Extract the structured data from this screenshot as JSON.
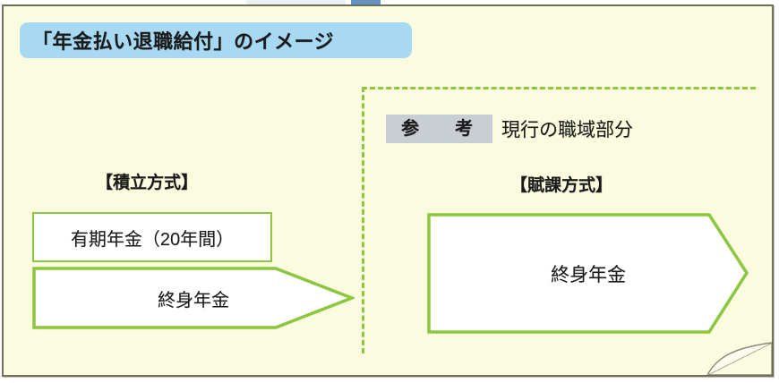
{
  "panel": {
    "title": "「年金払い退職給付」のイメージ",
    "background_color": "#fbfbdf",
    "border_color": "#6f6f57",
    "title_band_color": "#a7d9f2",
    "accent_color": "#8dc63f"
  },
  "reference": {
    "badge": "参　考",
    "label": "現行の職域部分",
    "badge_color": "#c9ced5"
  },
  "left_section": {
    "heading": "【積立方式】",
    "boxes": [
      {
        "label": "有期年金（20年間）",
        "shape": "rectangle"
      },
      {
        "label": "終身年金",
        "shape": "arrow"
      }
    ]
  },
  "right_section": {
    "heading": "【賦課方式】",
    "boxes": [
      {
        "label": "終身年金",
        "shape": "arrow"
      }
    ]
  }
}
